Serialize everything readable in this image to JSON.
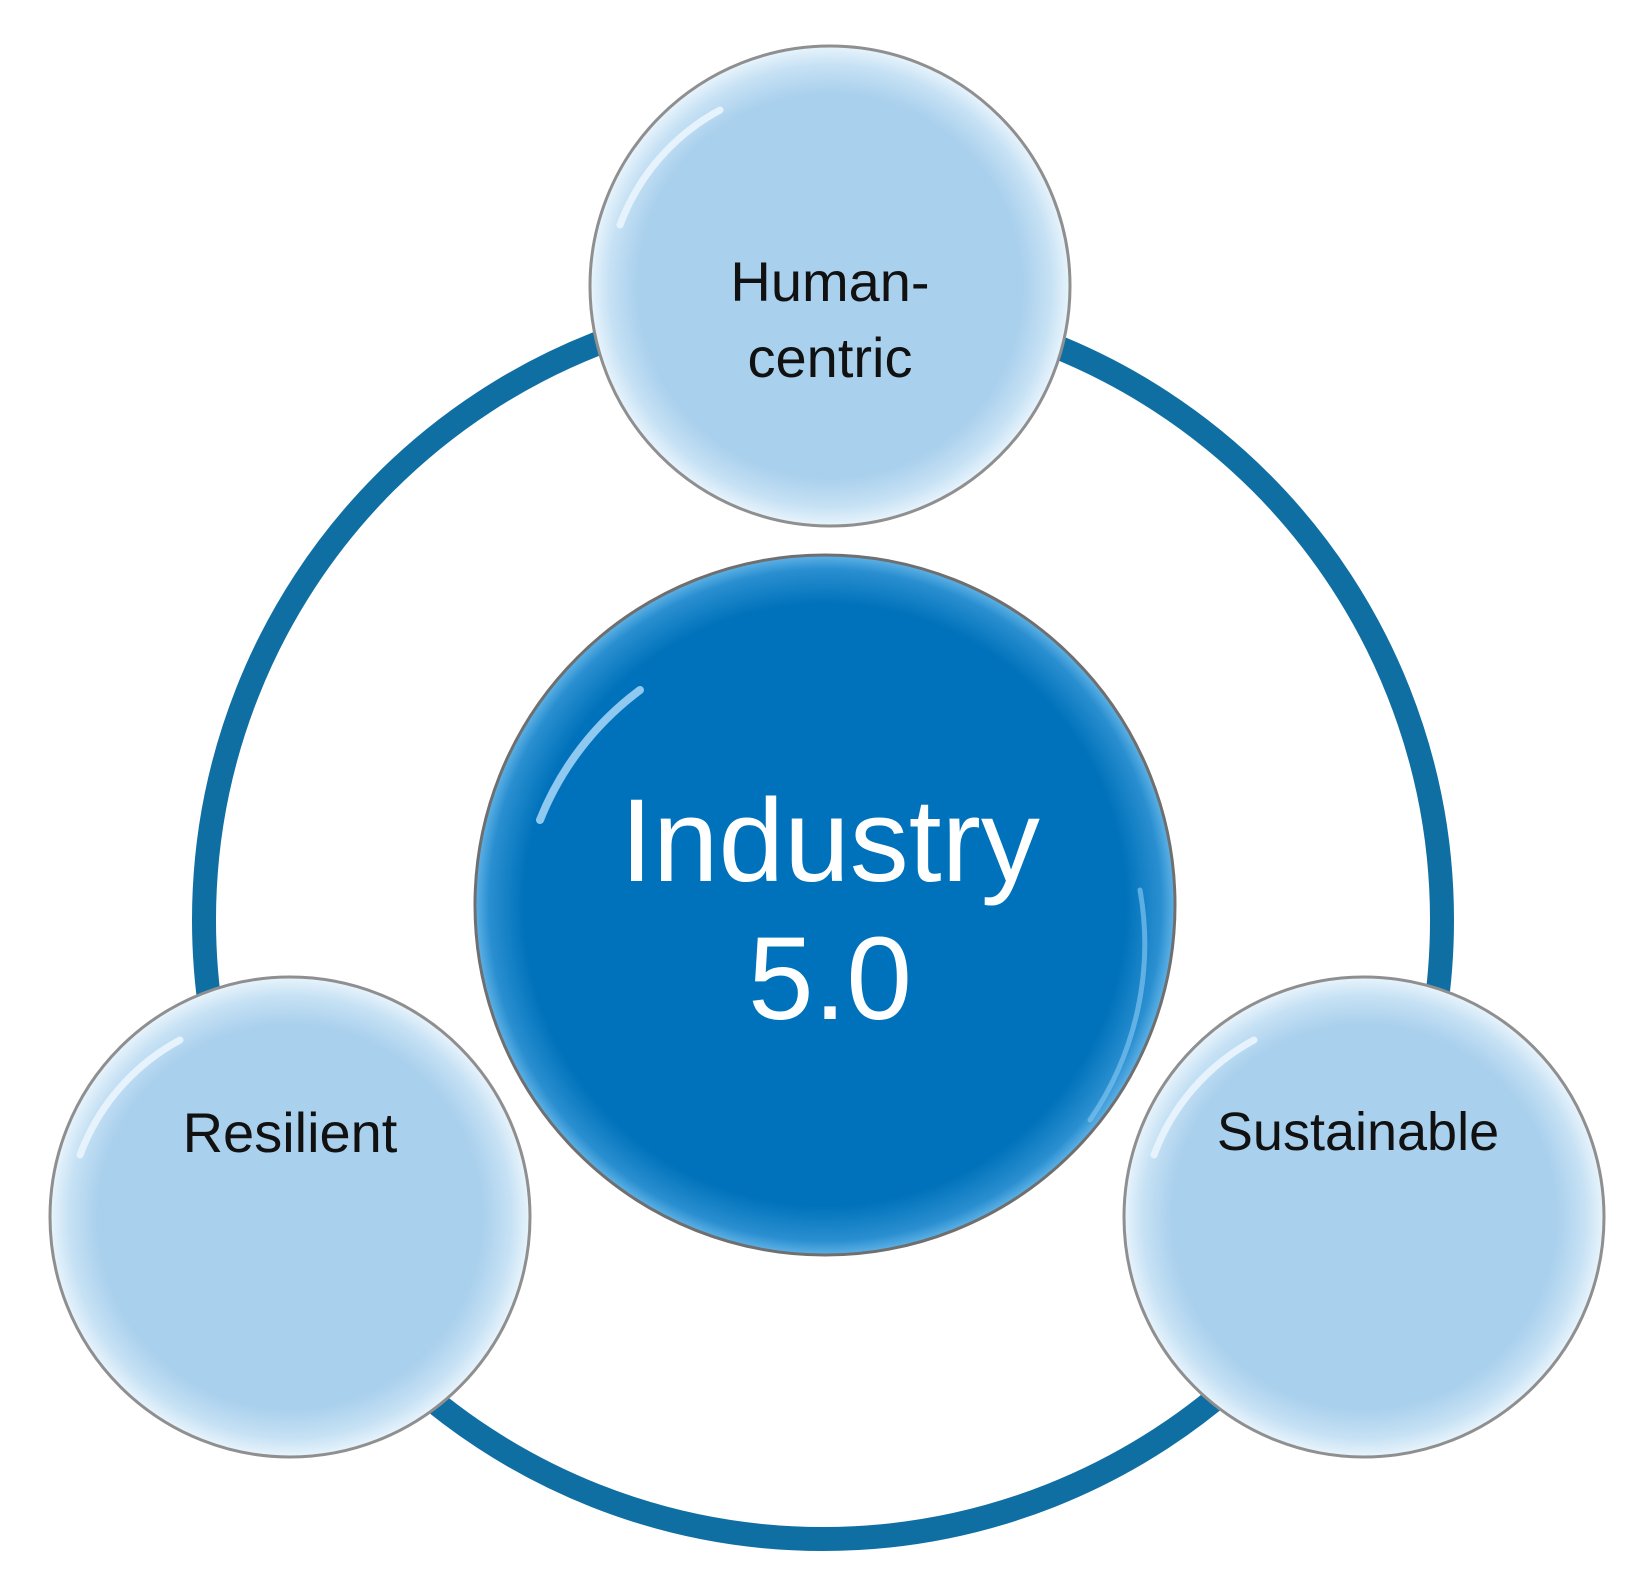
{
  "diagram": {
    "center": {
      "line1": "Industry",
      "line2": "5.0"
    },
    "nodes": {
      "top": {
        "line1": "Human-",
        "line2": "centric"
      },
      "left": {
        "label": "Resilient"
      },
      "right": {
        "label": "Sustainable"
      }
    },
    "colors": {
      "ring": "#0f6fa3",
      "center_fill": "#0072bb",
      "node_fill": "#a9d0ed",
      "node_border": "#8f8f8f"
    }
  }
}
